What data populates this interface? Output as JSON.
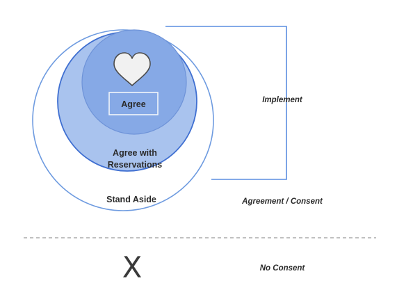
{
  "diagram": {
    "inner_label": "Agree",
    "middle_label_line1": "Agree with",
    "middle_label_line2": "Reservations",
    "outer_label": "Stand Aside",
    "bracket_label": "Implement",
    "consent_label": "Agreement / Consent",
    "no_consent_mark": "X",
    "no_consent_label": "No Consent"
  },
  "colors": {
    "outer_fill": "#ffffff",
    "outer_stroke": "#6e9be0",
    "middle_fill": "#a9c3ee",
    "middle_stroke": "#3f6fd1",
    "inner_fill": "#86a9e6",
    "inner_stroke": "#6e93d8",
    "bracket_stroke": "#5b8ee0",
    "heart_fill": "#f1f1f1",
    "heart_stroke": "#4a4a4a",
    "divider": "#9a9a9a"
  },
  "icons": {
    "heart": "heart-icon",
    "no_consent": "x-mark-icon"
  }
}
